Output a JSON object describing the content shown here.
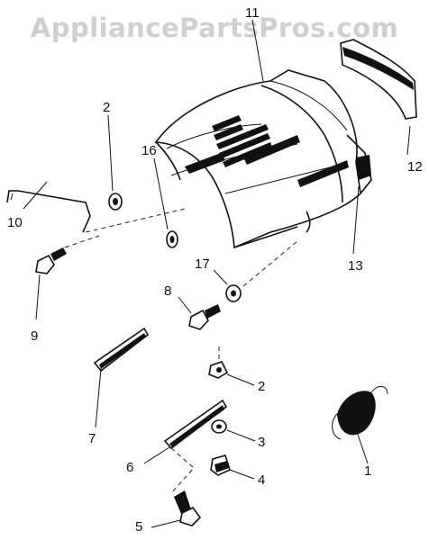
{
  "watermark": "AppliancePartsPros.com",
  "callouts": {
    "n1": "1",
    "n2a": "2",
    "n2b": "2",
    "n3": "3",
    "n4": "4",
    "n5": "5",
    "n6": "6",
    "n7": "7",
    "n8": "8",
    "n9": "9",
    "n10": "10",
    "n11": "11",
    "n12": "12",
    "n13": "13",
    "n16": "16",
    "n17": "17"
  }
}
